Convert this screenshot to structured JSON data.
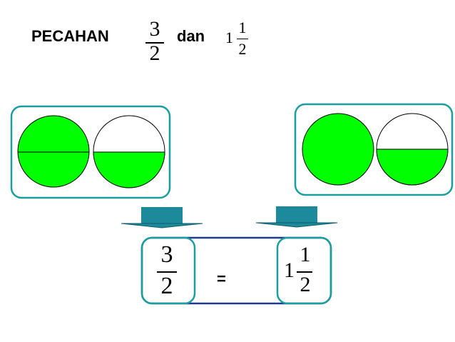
{
  "title": "PECAHAN",
  "connector": "dan",
  "fraction_improper": {
    "numerator": "3",
    "denominator": "2"
  },
  "fraction_mixed": {
    "whole": "1",
    "numerator": "1",
    "denominator": "2"
  },
  "equals": "=",
  "colors": {
    "fill": "#00ff00",
    "box_border": "#1b9e9e",
    "result_border": "#1f3a8a",
    "arrow": "#1c8a9a"
  },
  "circles": {
    "left_group": [
      {
        "filled_fraction": 1.0,
        "midline": true
      },
      {
        "filled_fraction": 0.5
      }
    ],
    "right_group": [
      {
        "filled_fraction": 1.0
      },
      {
        "filled_fraction": 0.5
      }
    ]
  }
}
